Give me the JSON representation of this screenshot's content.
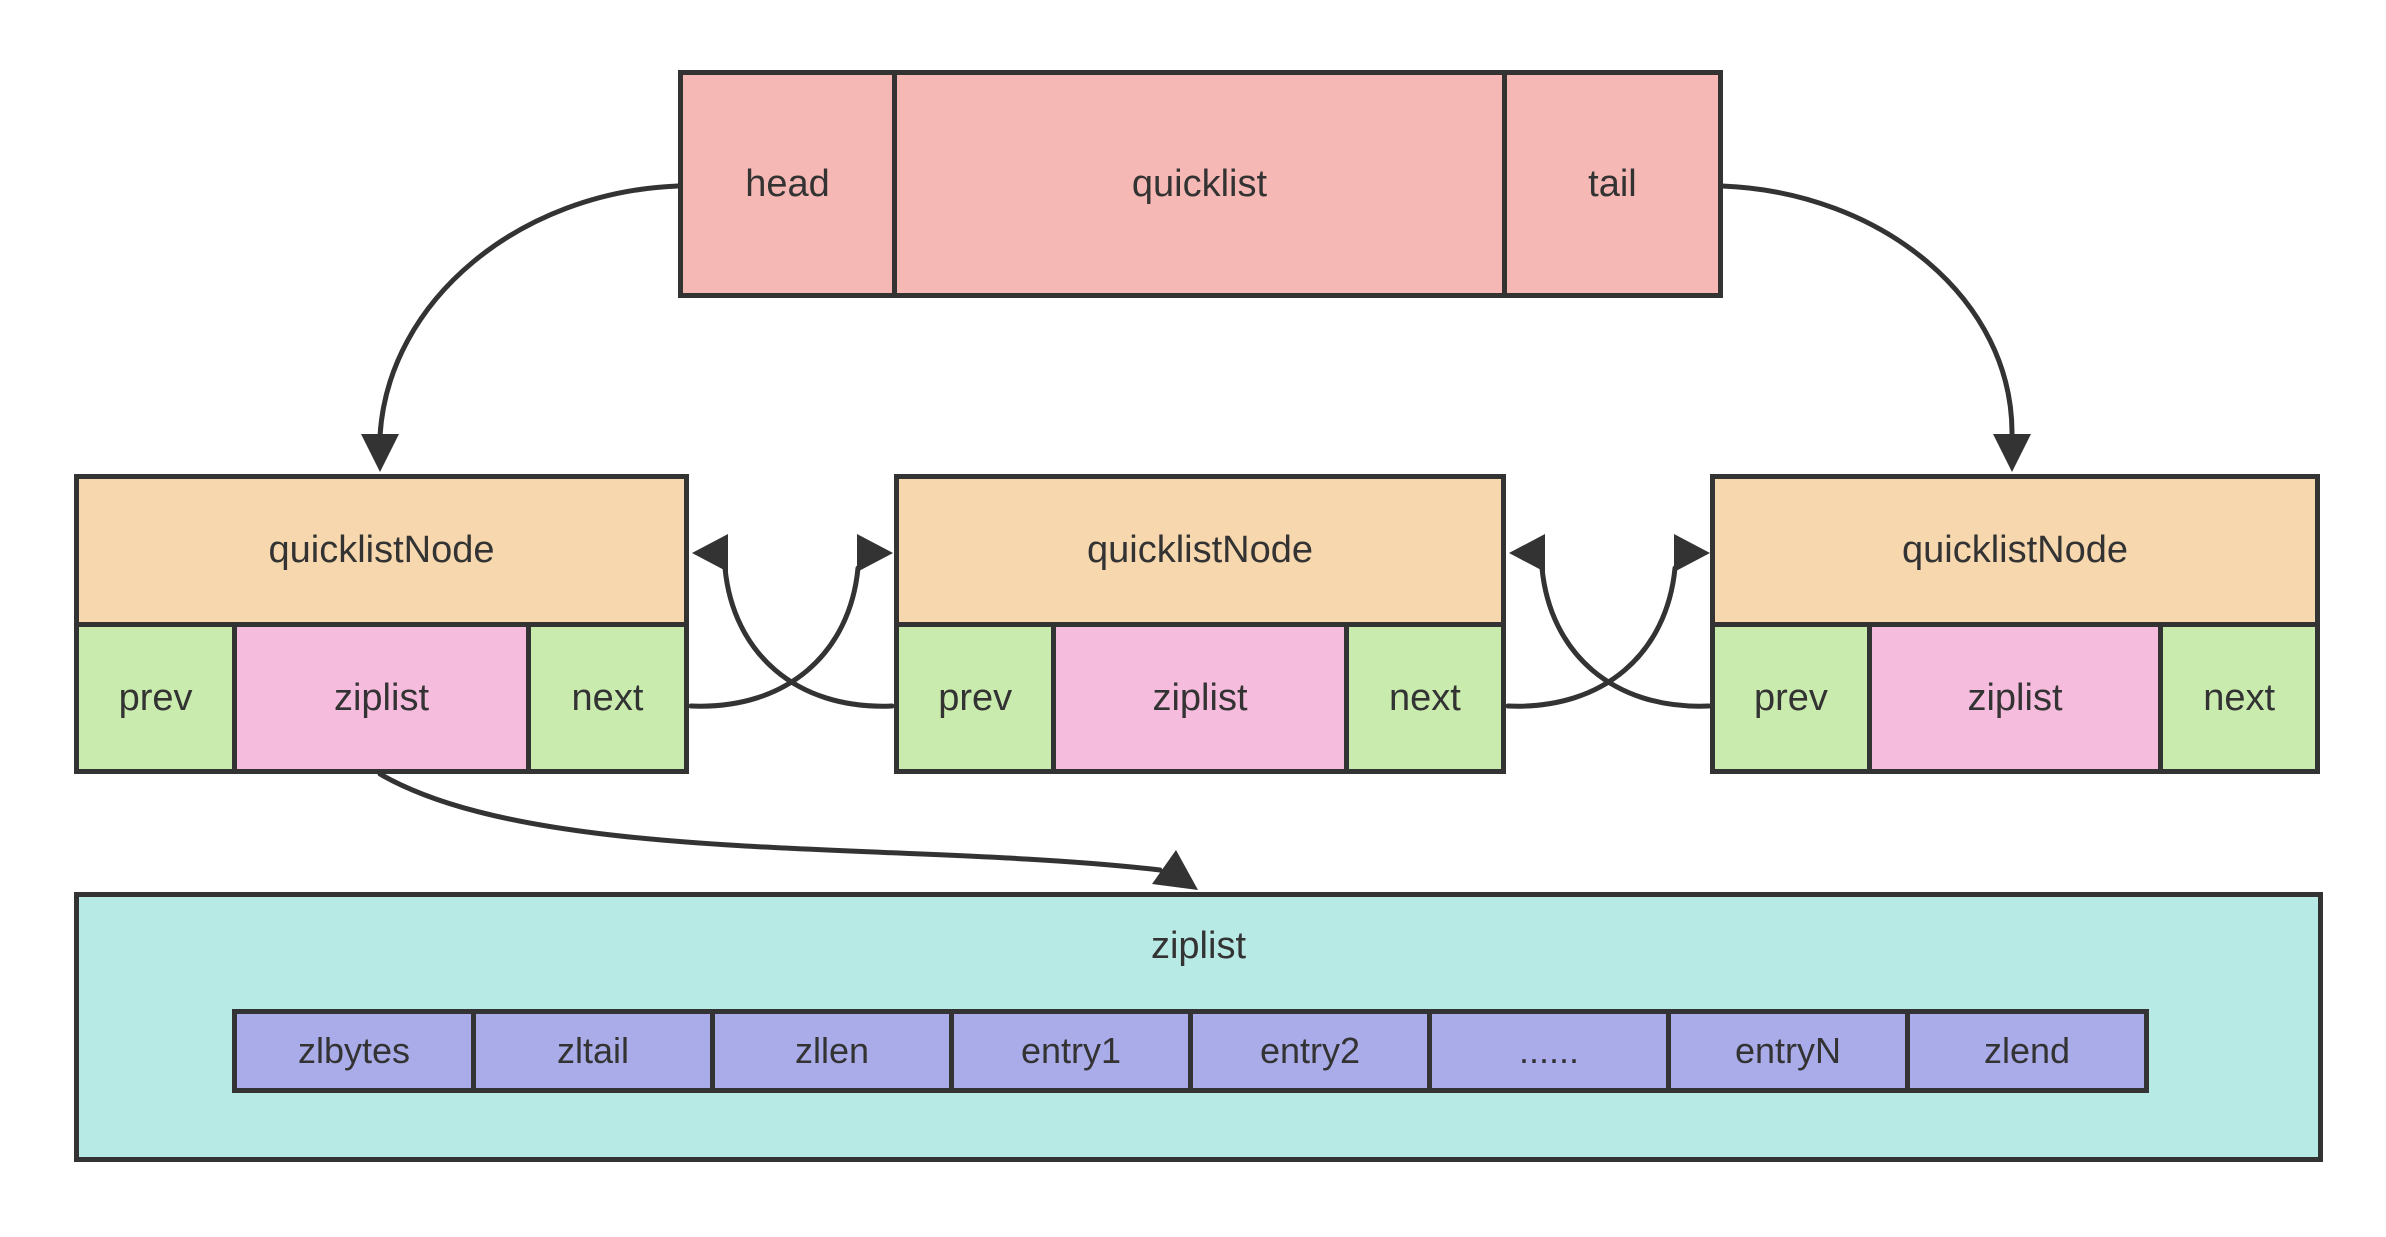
{
  "quicklist_box": {
    "cells": [
      "head",
      "quicklist",
      "tail"
    ]
  },
  "nodes": [
    {
      "title": "quicklistNode",
      "cells": [
        "prev",
        "ziplist",
        "next"
      ]
    },
    {
      "title": "quicklistNode",
      "cells": [
        "prev",
        "ziplist",
        "next"
      ]
    },
    {
      "title": "quicklistNode",
      "cells": [
        "prev",
        "ziplist",
        "next"
      ]
    }
  ],
  "ziplist_box": {
    "title": "ziplist",
    "cells": [
      "zlbytes",
      "zltail",
      "zllen",
      "entry1",
      "entry2",
      "......",
      "entryN",
      "zlend"
    ]
  },
  "colors": {
    "quicklist_fill": "#f5b8b4",
    "node_header_fill": "#f7d7ae",
    "pointer_cell_fill": "#c9ecae",
    "ziplist_cell_fill": "#f6bcdd",
    "ziplist_box_fill": "#b7e9e5",
    "entry_cell_fill": "#aaace9",
    "line_color": "#333333",
    "text_color": "#333333"
  }
}
